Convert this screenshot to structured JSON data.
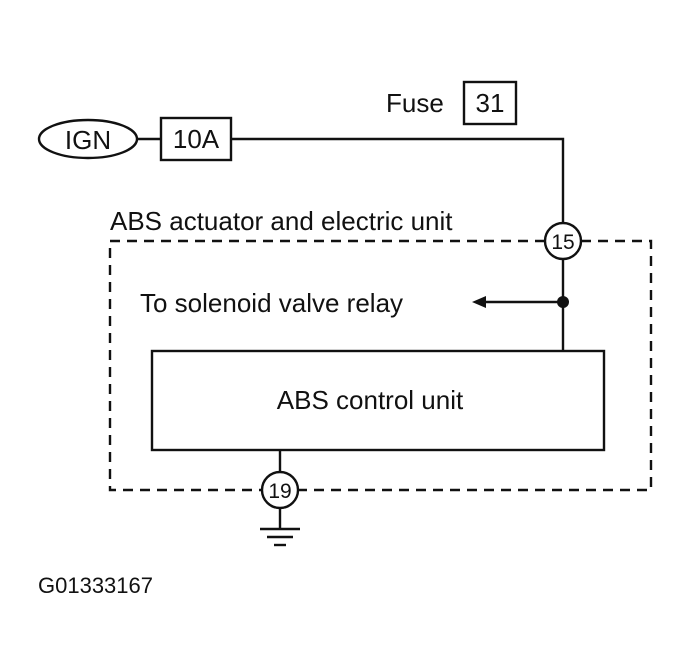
{
  "ignition": {
    "label": "IGN"
  },
  "fuse": {
    "rating": "10A",
    "caption": "Fuse",
    "number": "31"
  },
  "module": {
    "name": "ABS actuator and electric unit"
  },
  "relay_branch": {
    "label": "To solenoid valve relay"
  },
  "control_unit": {
    "label": "ABS control unit"
  },
  "terminals": {
    "power_pin": "15",
    "ground_pin": "19"
  },
  "figure_id": "G01333167"
}
